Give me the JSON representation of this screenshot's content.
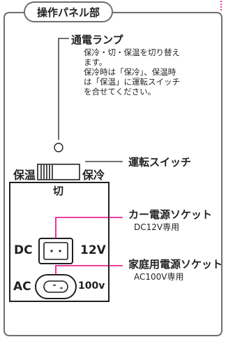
{
  "header": {
    "title": "操作パネル部"
  },
  "lamp": {
    "label": "通電ランプ",
    "description": [
      "保冷・切・保温を切り替え",
      "ます。",
      "保冷時は「保冷」、保温時",
      "は「保温」に運転スイッチ",
      "を合せてください。"
    ]
  },
  "switch": {
    "label": "運転スイッチ",
    "left_label": "保温",
    "right_label": "保冷",
    "bottom_label": "切"
  },
  "car_socket": {
    "label": "カー電源ソケット",
    "sublabel": "DC12V専用",
    "left_label": "DC",
    "right_label": "12V"
  },
  "home_socket": {
    "label": "家庭用電源ソケット",
    "sublabel": "AC100V専用",
    "left_label": "AC",
    "right_label": "100v"
  },
  "colors": {
    "outline": "#231f20",
    "frame_gray": "#6f6f6f",
    "accent_pink": "#e4007f"
  }
}
